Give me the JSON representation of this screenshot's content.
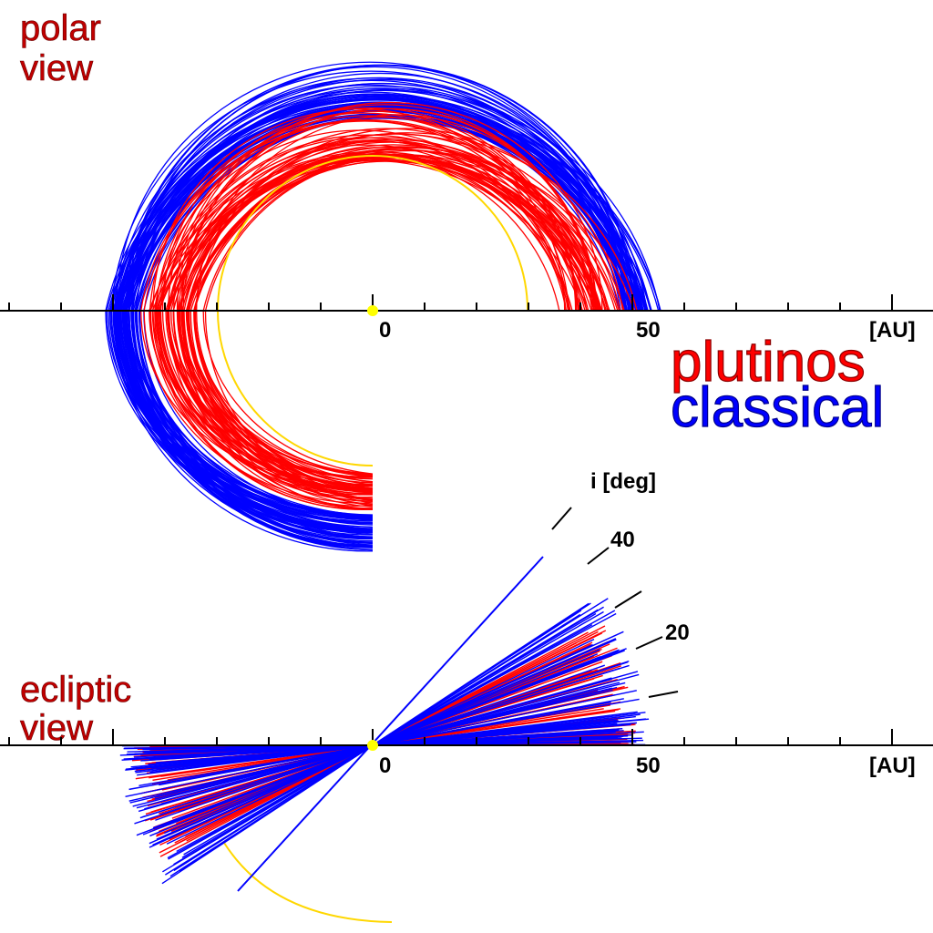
{
  "panels": {
    "polar": {
      "title_line1": "polar",
      "title_line2": "view"
    },
    "ecliptic": {
      "title_line1": "ecliptic",
      "title_line2": "view"
    }
  },
  "axis": {
    "ticks_labeled": [
      "0",
      "50"
    ],
    "unit": "[AU]"
  },
  "legend": {
    "plutinos": {
      "label": "plutinos",
      "color": "#ff0000",
      "outline": "#8b0000"
    },
    "classical": {
      "label": "classical",
      "color": "#0000ff",
      "outline": "#00008b"
    }
  },
  "inclination_scale": {
    "title": "i [deg]",
    "labels": [
      "40",
      "20"
    ]
  },
  "colors": {
    "sun": "#ffff00",
    "neptune_orbit": "#ffd700",
    "axis": "#000000"
  }
}
